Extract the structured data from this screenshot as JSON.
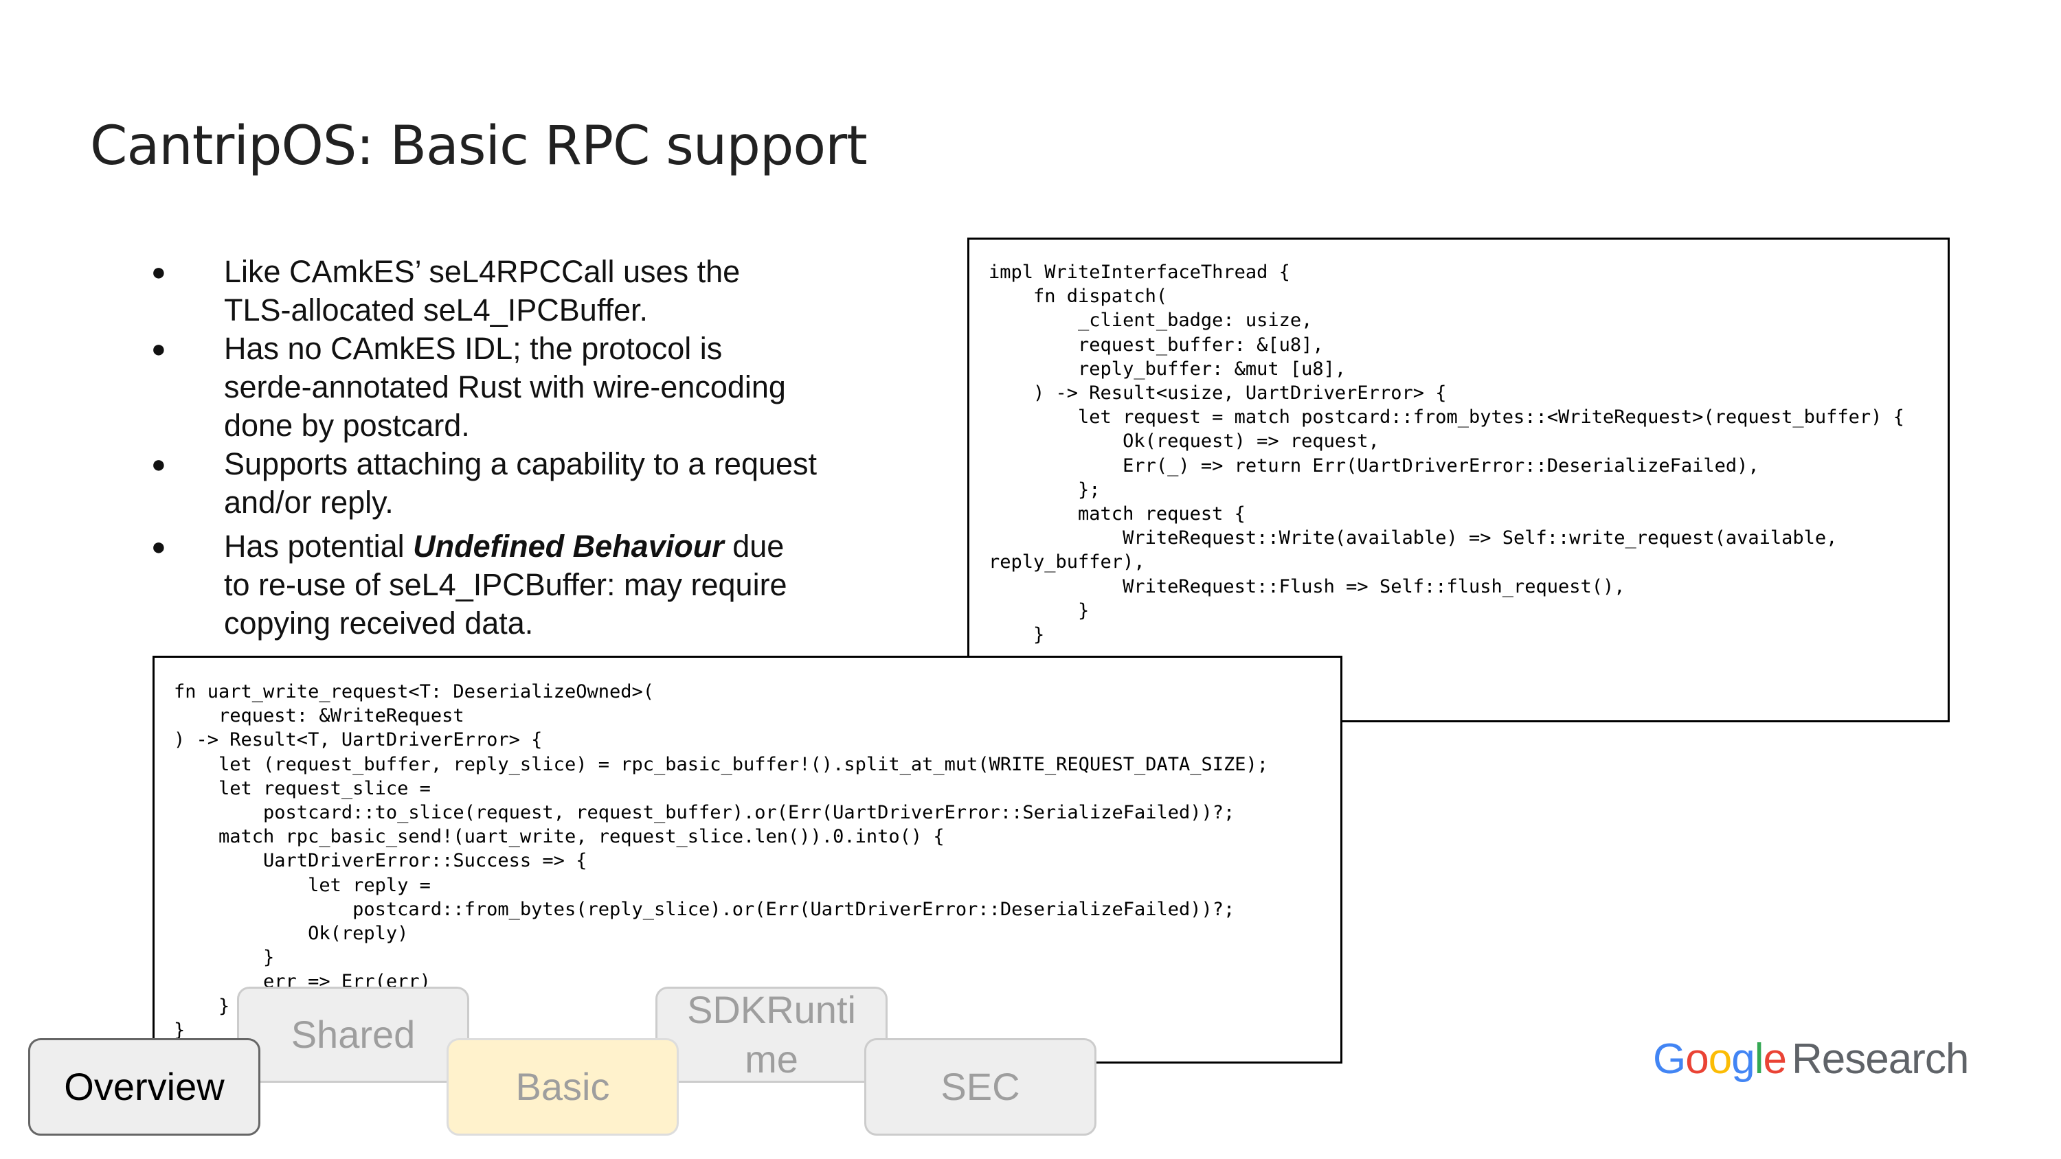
{
  "title": "CantripOS: Basic RPC support",
  "bullets": [
    {
      "line1": "Like CAmkES’ seL4RPCCall uses the",
      "line2": "TLS-allocated seL4_IPCBuffer."
    },
    {
      "line1": "Has no CAmkES IDL; the protocol is",
      "line2": "serde-annotated Rust with wire-encoding",
      "line3": "done by postcard."
    },
    {
      "line1": "Supports attaching a capability to a request",
      "line2": "and/or reply."
    },
    {
      "pre": "Has potential ",
      "em": "Undefined Behaviour",
      "post": " due",
      "line2": "to re-use of seL4_IPCBuffer: may require",
      "line3": "copying received data."
    }
  ],
  "bullet_glyph": "●",
  "code_top": "impl WriteInterfaceThread {\n    fn dispatch(\n        _client_badge: usize,\n        request_buffer: &[u8],\n        reply_buffer: &mut [u8],\n    ) -> Result<usize, UartDriverError> {\n        let request = match postcard::from_bytes::<WriteRequest>(request_buffer) {\n            Ok(request) => request,\n            Err(_) => return Err(UartDriverError::DeserializeFailed),\n        };\n        match request {\n            WriteRequest::Write(available) => Self::write_request(available,\nreply_buffer),\n            WriteRequest::Flush => Self::flush_request(),\n        }\n    }\n    …\n}",
  "code_bottom": "fn uart_write_request<T: DeserializeOwned>(\n    request: &WriteRequest\n) -> Result<T, UartDriverError> {\n    let (request_buffer, reply_slice) = rpc_basic_buffer!().split_at_mut(WRITE_REQUEST_DATA_SIZE);\n    let request_slice =\n        postcard::to_slice(request, request_buffer).or(Err(UartDriverError::SerializeFailed))?;\n    match rpc_basic_send!(uart_write, request_slice.len()).0.into() {\n        UartDriverError::Success => {\n            let reply =\n                postcard::from_bytes(reply_slice).or(Err(UartDriverError::DeserializeFailed))?;\n            Ok(reply)\n        }\n        err => Err(err)\n    }\n}",
  "tabs": {
    "overview": "Overview",
    "shared": "Shared",
    "basic": "Basic",
    "sdkruntime_line1": "SDKRunti",
    "sdkruntime_line2": "me",
    "sec": "SEC"
  },
  "logo": {
    "letters": [
      "G",
      "o",
      "o",
      "g",
      "l",
      "e"
    ],
    "letter_colors": [
      "#4285F4",
      "#EA4335",
      "#FBBC05",
      "#4285F4",
      "#34A853",
      "#EA4335"
    ],
    "word": "Research"
  }
}
